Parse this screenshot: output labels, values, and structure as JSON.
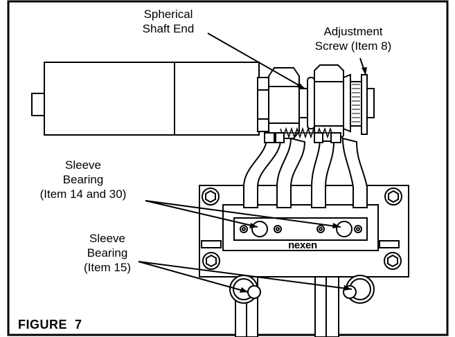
{
  "figure": {
    "caption": "FIGURE  7",
    "brand": "nexen"
  },
  "labels": {
    "spherical_shaft_end": [
      "Spherical",
      "Shaft End"
    ],
    "adjustment_screw": [
      "Adjustment",
      "Screw (Item 8)"
    ],
    "sleeve_bearing_14_30": [
      "Sleeve",
      "Bearing",
      "(Item 14 and 30)"
    ],
    "sleeve_bearing_15": [
      "Sleeve",
      "Bearing",
      "(Item 15)"
    ]
  }
}
